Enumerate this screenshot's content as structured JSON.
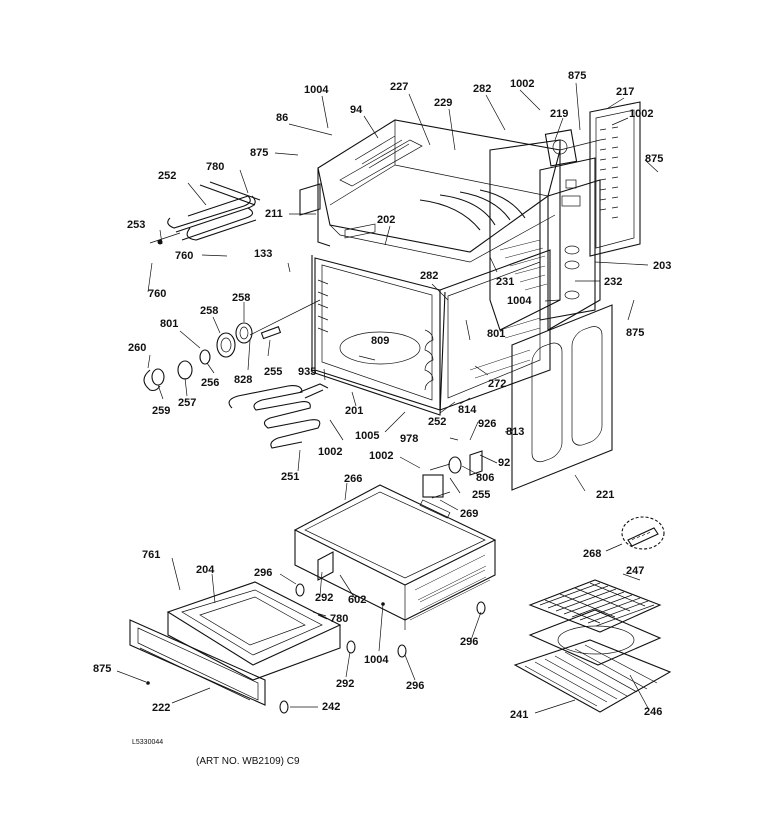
{
  "labels": {
    "l1004a": "1004",
    "l227": "227",
    "l282a": "282",
    "l1002a": "1002",
    "l875a": "875",
    "l94": "94",
    "l229": "229",
    "l219": "219",
    "l217": "217",
    "l1002b": "1002",
    "l86": "86",
    "l875b": "875",
    "l875c": "875",
    "l780a": "780",
    "l252a": "252",
    "l211": "211",
    "l202": "202",
    "l253": "253",
    "l760a": "760",
    "l133": "133",
    "l203": "203",
    "l282b": "282",
    "l231": "231",
    "l232": "232",
    "l760b": "760",
    "l1004b": "1004",
    "l258a": "258",
    "l258b": "258",
    "l875d": "875",
    "l801a": "801",
    "l801b": "801",
    "l809": "809",
    "l260": "260",
    "l828": "828",
    "l256": "256",
    "l255a": "255",
    "l272": "272",
    "l935": "935",
    "l259": "259",
    "l257": "257",
    "l201": "201",
    "l252b": "252",
    "l814": "814",
    "l1005": "1005",
    "l926": "926",
    "l978": "978",
    "l813": "813",
    "l1002c": "1002",
    "l1002d": "1002",
    "l92": "92",
    "l806": "806",
    "l251": "251",
    "l255b": "255",
    "l221": "221",
    "l266": "266",
    "l269": "269",
    "l268": "268",
    "l761": "761",
    "l204": "204",
    "l296a": "296",
    "l247": "247",
    "l292a": "292",
    "l602": "602",
    "l780b": "780",
    "l1004c": "1004",
    "l296b": "296",
    "l875e": "875",
    "l292b": "292",
    "l296c": "296",
    "l222": "222",
    "l242": "242",
    "l241": "241",
    "l246": "246"
  },
  "artwork_code": "L5330044",
  "caption": "(ART NO. WB2109) C9"
}
